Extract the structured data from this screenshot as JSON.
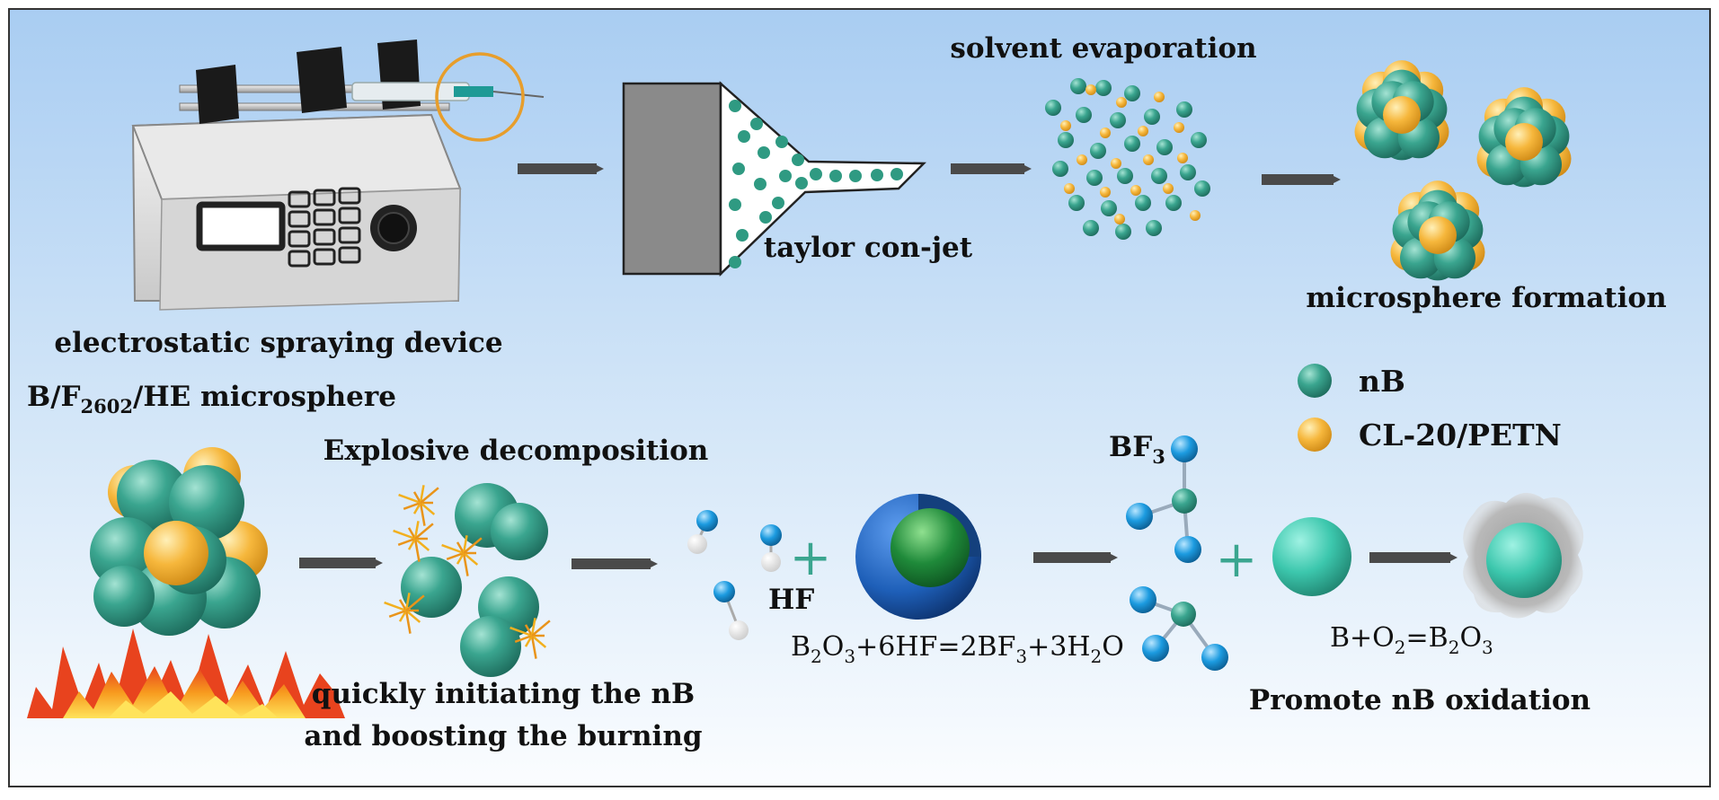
{
  "labels": {
    "device": "electrostatic spraying device",
    "taylor": "taylor con-jet",
    "evaporation": "solvent evaporation",
    "formation": "microsphere formation",
    "microsphere_prefix": "B/F",
    "microsphere_sub": "2602",
    "microsphere_suffix": "/HE microsphere",
    "decomposition": "Explosive decomposition",
    "initiating_line1": "quickly initiating the nB",
    "initiating_line2": "and boosting the burning",
    "hf": "HF",
    "bf3_main": "BF",
    "bf3_sub": "3",
    "plus": "+",
    "promote": "Promote nB oxidation"
  },
  "equations": {
    "hf_reaction": [
      {
        "t": "B"
      },
      {
        "t": "2",
        "sub": true
      },
      {
        "t": "O"
      },
      {
        "t": "3",
        "sub": true
      },
      {
        "t": "+6HF=2BF"
      },
      {
        "t": "3",
        "sub": true
      },
      {
        "t": "+3H"
      },
      {
        "t": "2",
        "sub": true
      },
      {
        "t": "O"
      }
    ],
    "oxidation": [
      {
        "t": "B+O"
      },
      {
        "t": "2",
        "sub": true
      },
      {
        "t": "=B"
      },
      {
        "t": "2",
        "sub": true
      },
      {
        "t": "O"
      },
      {
        "t": "3",
        "sub": true
      }
    ]
  },
  "legend": [
    {
      "label": "nB",
      "color": "#3aa58f"
    },
    {
      "label": "CL-20/PETN",
      "color": "#f6b73c"
    }
  ],
  "colors": {
    "nB": "#3aa58f",
    "cl20": "#f6b73c",
    "arrow": "#4a4a4a",
    "shell": "#1e5fb8",
    "core": "#1f8a3a",
    "fluorine": "#1c9be0",
    "hydrogen": "#e8e8e8",
    "flame_outer": "#e8431e",
    "flame_inner": "#ffd23a"
  }
}
